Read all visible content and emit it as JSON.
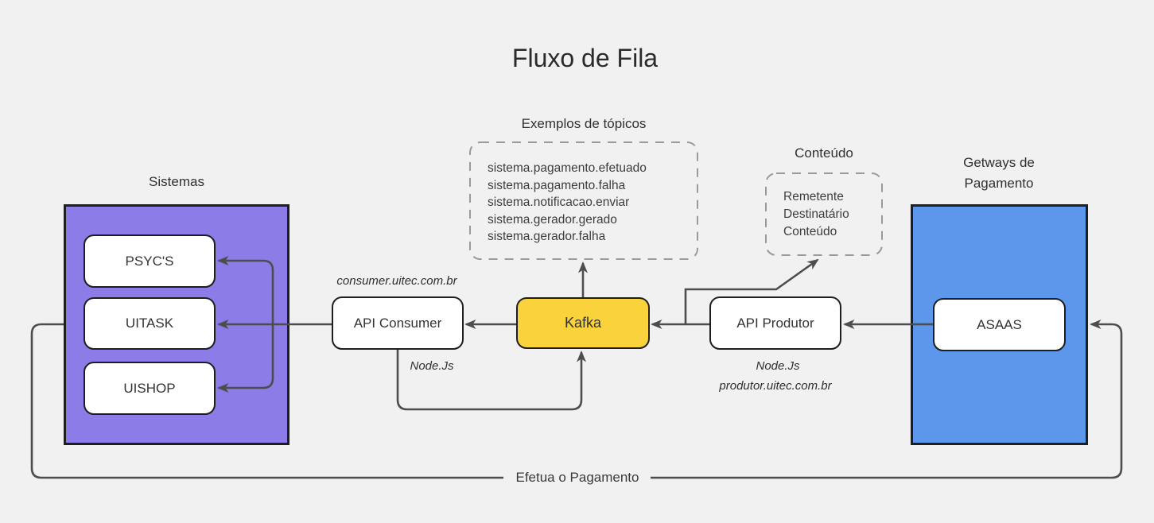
{
  "title": "Fluxo de Fila",
  "colors": {
    "bg": "#F1F1F2",
    "purple": "#8B7CE8",
    "blue": "#5C97EC",
    "yellow": "#F9D23C",
    "line": "#4D4D4D",
    "border": "#1E1E1E",
    "dashed": "#9A9A9A"
  },
  "groups": {
    "sistemas": {
      "label": "Sistemas",
      "items": [
        {
          "label": "PSYC'S"
        },
        {
          "label": "UITASK"
        },
        {
          "label": "UISHOP"
        }
      ]
    },
    "gateways": {
      "label": "Getways de Pagamento",
      "items": [
        {
          "label": "ASAAS"
        }
      ]
    }
  },
  "nodes": {
    "api_consumer": {
      "label": "API Consumer",
      "annotation_top": "consumer.uitec.com.br",
      "annotation_bottom": "Node.Js"
    },
    "kafka": {
      "label": "Kafka"
    },
    "api_produtor": {
      "label": "API Produtor",
      "annotation_bottom_1": "Node.Js",
      "annotation_bottom_2": "produtor.uitec.com.br"
    }
  },
  "notes": {
    "topics": {
      "title": "Exemplos de tópicos",
      "lines": [
        "sistema.pagamento.efetuado",
        "sistema.pagamento.falha",
        "sistema.notificacao.enviar",
        "sistema.gerador.gerado",
        "sistema.gerador.falha"
      ]
    },
    "conteudo": {
      "title": "Conteúdo",
      "lines": [
        "Remetente",
        "Destinatário",
        "Conteúdo"
      ]
    }
  },
  "edges": {
    "payment": {
      "label": "Efetua o Pagamento"
    }
  }
}
